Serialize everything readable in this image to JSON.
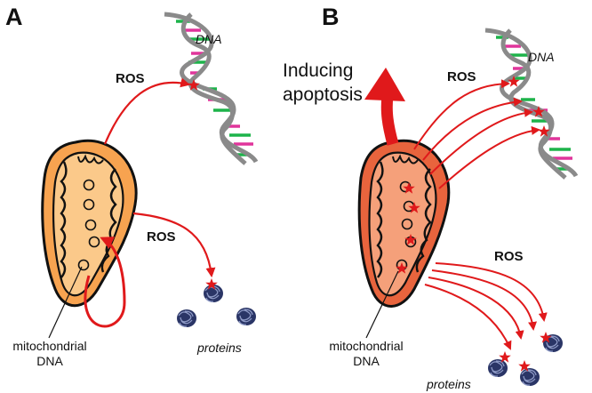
{
  "panel_a": {
    "letter": "A",
    "ros_dna": "ROS",
    "ros_proteins": "ROS",
    "dna_label": "DNA",
    "proteins_label": "proteins",
    "mtdna_label_line1": "mitochondrial",
    "mtdna_label_line2": "DNA"
  },
  "panel_b": {
    "letter": "B",
    "apoptosis_line1": "Inducing",
    "apoptosis_line2": "apoptosis",
    "ros_dna": "ROS",
    "ros_proteins": "ROS",
    "dna_label": "DNA",
    "proteins_label": "proteins",
    "mtdna_label_line1": "mitochondrial",
    "mtdna_label_line2": "DNA"
  },
  "colors": {
    "arrow_red": "#e0191b",
    "mito_outer_a": "#f7a350",
    "mito_inner_a": "#fbc98a",
    "mito_outer_b": "#e8643d",
    "mito_inner_b": "#f5a07a",
    "dna_backbone": "#8a8a8a",
    "protein": "#2a3566"
  },
  "icons": [
    "mitochondrion-icon",
    "dna-helix-icon",
    "protein-icon",
    "damage-star-icon"
  ]
}
